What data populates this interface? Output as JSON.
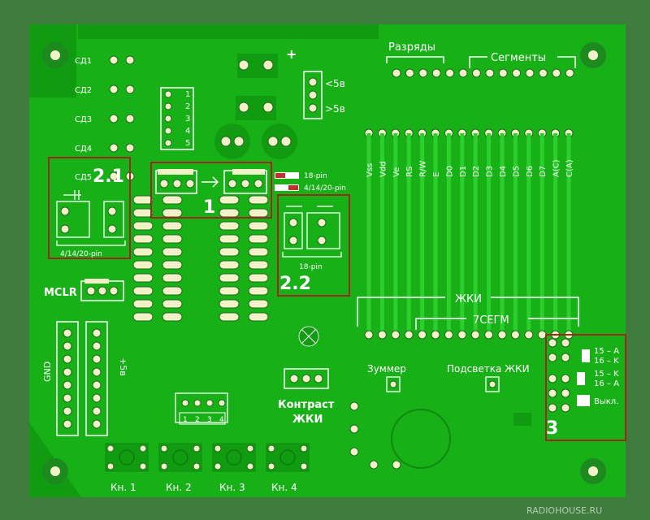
{
  "board": {
    "colors": {
      "outer": "#3e7d3e",
      "copper": "#18b418",
      "pad": "#f2f2c8",
      "silkscreen": "#ffffff",
      "highlight": "#9a2a1a"
    }
  },
  "labels": {
    "leds": [
      "СД1",
      "СД2",
      "СД3",
      "СД4",
      "СД5"
    ],
    "dip_numbers": [
      "1",
      "2",
      "3",
      "4",
      "5"
    ],
    "pin_18": "18-pin",
    "pin_4_14_20": "4/14/20-pin",
    "pin_4_14_20_left": "4/14/20-pin",
    "pin_18_bottom": "18-pin",
    "plus": "+",
    "v5_top": "<5в",
    "v5_bottom": ">5в",
    "digits": "Разряды",
    "segments": "Сегменты",
    "lcd_pins": [
      "Vss",
      "Vdd",
      "Ve",
      "RS",
      "R/W",
      "E",
      "D0",
      "D1",
      "D2",
      "D3",
      "D4",
      "D5",
      "D6",
      "D7",
      "A(C)",
      "C(A)"
    ],
    "mclr": "MCLR",
    "gnd": "GND",
    "plus5v": "+5в",
    "lcd": "ЖКИ",
    "seven_seg": "7СЕГМ",
    "buzzer": "Зуммер",
    "backlight": "Подсветка ЖКИ",
    "contrast_line1": "Контраст",
    "contrast_line2": "ЖКИ",
    "keys_dip": [
      "1",
      "2",
      "3",
      "4"
    ],
    "buttons": [
      "Кн. 1",
      "Кн. 2",
      "Кн. 3",
      "Кн. 4"
    ],
    "backlight_modes": [
      "15 – A",
      "16 – K",
      "15 – K",
      "16 – A",
      "Выкл."
    ],
    "watermark": "RADIOHOUSE.RU"
  },
  "annotations": {
    "box1": "1",
    "box21": "2.1",
    "box22": "2.2",
    "box3": "3"
  }
}
